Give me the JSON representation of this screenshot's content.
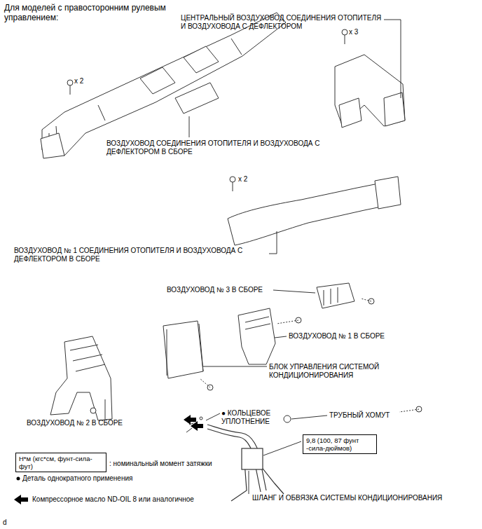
{
  "diagram": {
    "title": "Для моделей с правосторонним рулевым управлением:",
    "nodes": [
      {
        "text": [
          "9,8 (100, 87 фунт -сила-дюймов)"
        ]
      },
      {
        "text": [
          "Н*м (кгс*см, фунт-сила-фут)"
        ]
      }
    ],
    "labels": [
      "ЦЕНТРАЛЬНЫЙ ВОЗДУХОВОД СОЕДИНЕНИЯ ОТОПИТЕЛЯ И ВОЗДУХОВОДА С ДЕФЛЕКТОРОМ",
      "x 3",
      "x 2",
      "ВОЗДУХОВОД СОЕДИНЕНИЯ ОТОПИТЕЛЯ И ВОЗДУХОВОДА С ДЕФЛЕКТОРОМ В СБОРЕ",
      "x 2",
      "ВОЗДУХОВОД № 1 СОЕДИНЕНИЯ ОТОПИТЕЛЯ И ВОЗДУХОВОДА С ДЕФЛЕКТОРОМ В СБОРЕ",
      "ВОЗДУХОВОД № 3 В СБОРЕ",
      "ВОЗДУХОВОД № 1 В СБОРЕ",
      "БЛОК УПРАВЛЕНИЯ СИСТЕМОЙ КОНДИЦИОНИРОВАНИЯ",
      "● КОЛЬЦЕВОЕ УПЛОТНЕНИЕ",
      "ТРУБНЫЙ ХОМУТ",
      "ВОЗДУХОВОД № 2 В СБОРЕ",
      "ШЛАНГ И ОБВЯЗКА СИСТЕМЫ КОНДИЦИОНИРОВАНИЯ",
      "d"
    ],
    "legend": [
      {
        "text": ": номинальный момент затяжки"
      },
      {
        "text": "Деталь однократного применения"
      },
      {
        "text": "Компрессорное масло ND-OIL 8 или аналогичное"
      }
    ]
  }
}
